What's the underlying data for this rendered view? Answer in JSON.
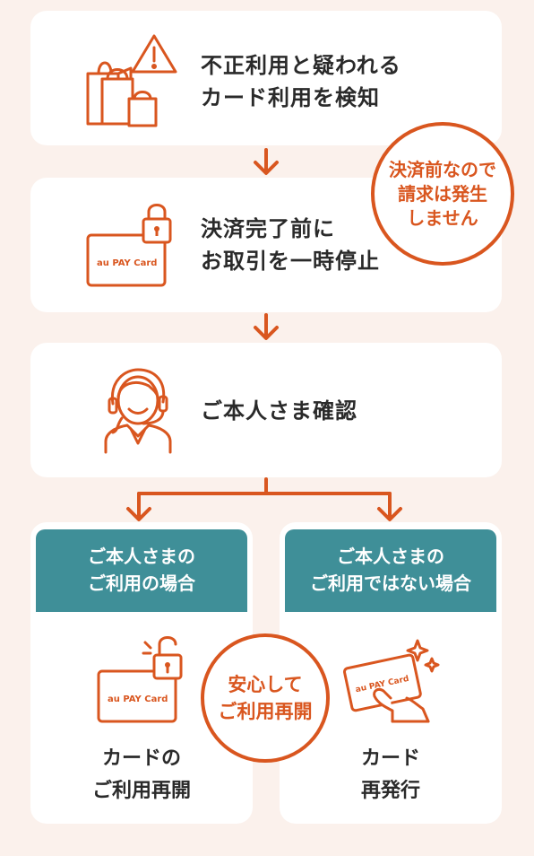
{
  "steps": [
    {
      "line1": "不正利用と疑われる",
      "line2": "カード利用を検知"
    },
    {
      "line1": "決済完了前に",
      "line2": "お取引を一時停止"
    },
    {
      "line1": "ご本人さま確認"
    }
  ],
  "badge_no_charge": {
    "line1": "決済前なので",
    "line2": "請求は発生",
    "line3": "しません"
  },
  "branches": [
    {
      "head1": "ご本人さまの",
      "head2": "ご利用の場合",
      "result1": "カードの",
      "result2": "ご利用再開"
    },
    {
      "head1": "ご本人さまの",
      "head2": "ご利用ではない場合",
      "result1": "カード",
      "result2": "再発行"
    }
  ],
  "badge_resume": {
    "line1": "安心して",
    "line2": "ご利用再開"
  },
  "card_label": "au PAY Card",
  "icons": [
    "shopping-bags-warning-icon",
    "locked-card-icon",
    "operator-headset-icon",
    "unlocked-card-icon",
    "card-in-hand-sparkle-icon"
  ],
  "colors": {
    "accent": "#d9561f",
    "teal": "#3f8f98",
    "background": "#fbf1ec",
    "box": "#ffffff",
    "text": "#2a2a2a"
  }
}
